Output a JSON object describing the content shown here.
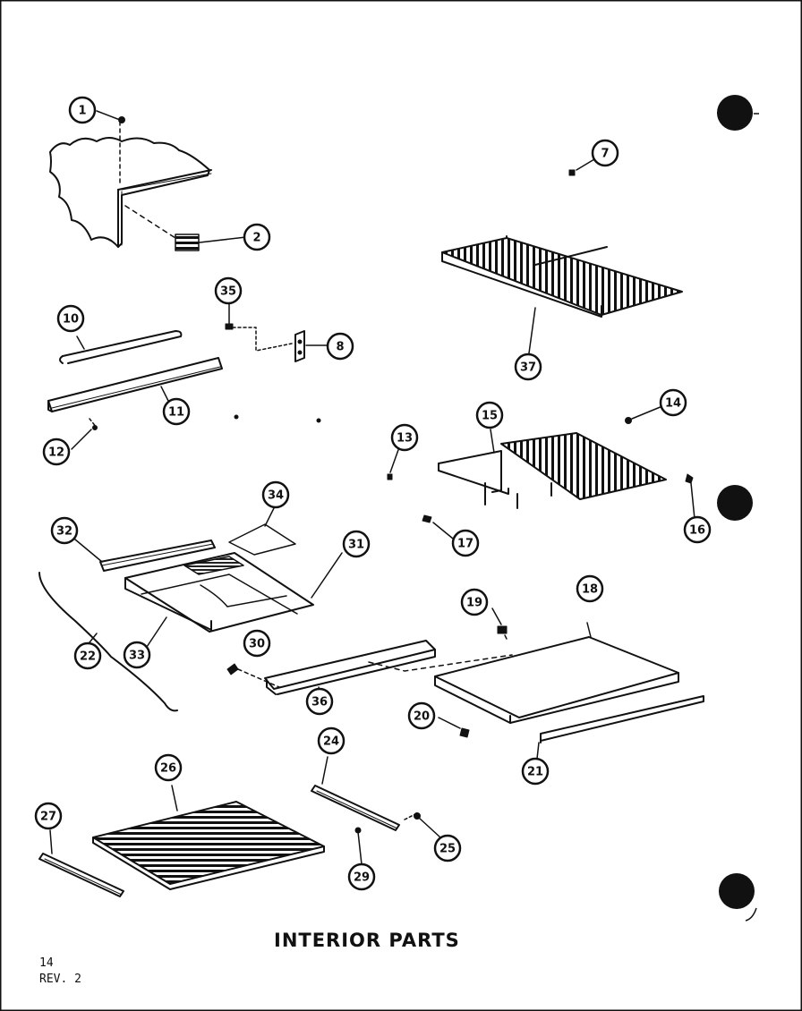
{
  "title": "INTERIOR PARTS",
  "page_number": "14",
  "revision": "REV. 2",
  "callouts": [
    {
      "id": "1",
      "label": "1"
    },
    {
      "id": "2",
      "label": "2"
    },
    {
      "id": "7",
      "label": "7"
    },
    {
      "id": "8",
      "label": "8"
    },
    {
      "id": "10",
      "label": "10"
    },
    {
      "id": "11",
      "label": "11"
    },
    {
      "id": "12",
      "label": "12"
    },
    {
      "id": "13",
      "label": "13"
    },
    {
      "id": "14",
      "label": "14"
    },
    {
      "id": "15",
      "label": "15"
    },
    {
      "id": "16",
      "label": "16"
    },
    {
      "id": "17",
      "label": "17"
    },
    {
      "id": "18",
      "label": "18"
    },
    {
      "id": "19",
      "label": "19"
    },
    {
      "id": "20",
      "label": "20"
    },
    {
      "id": "21",
      "label": "21"
    },
    {
      "id": "22",
      "label": "22"
    },
    {
      "id": "24",
      "label": "24"
    },
    {
      "id": "25",
      "label": "25"
    },
    {
      "id": "26",
      "label": "26"
    },
    {
      "id": "27",
      "label": "27"
    },
    {
      "id": "29",
      "label": "29"
    },
    {
      "id": "30",
      "label": "30"
    },
    {
      "id": "31",
      "label": "31"
    },
    {
      "id": "32",
      "label": "32"
    },
    {
      "id": "33",
      "label": "33"
    },
    {
      "id": "34",
      "label": "34"
    },
    {
      "id": "35",
      "label": "35"
    },
    {
      "id": "36",
      "label": "36"
    },
    {
      "id": "37",
      "label": "37"
    }
  ]
}
